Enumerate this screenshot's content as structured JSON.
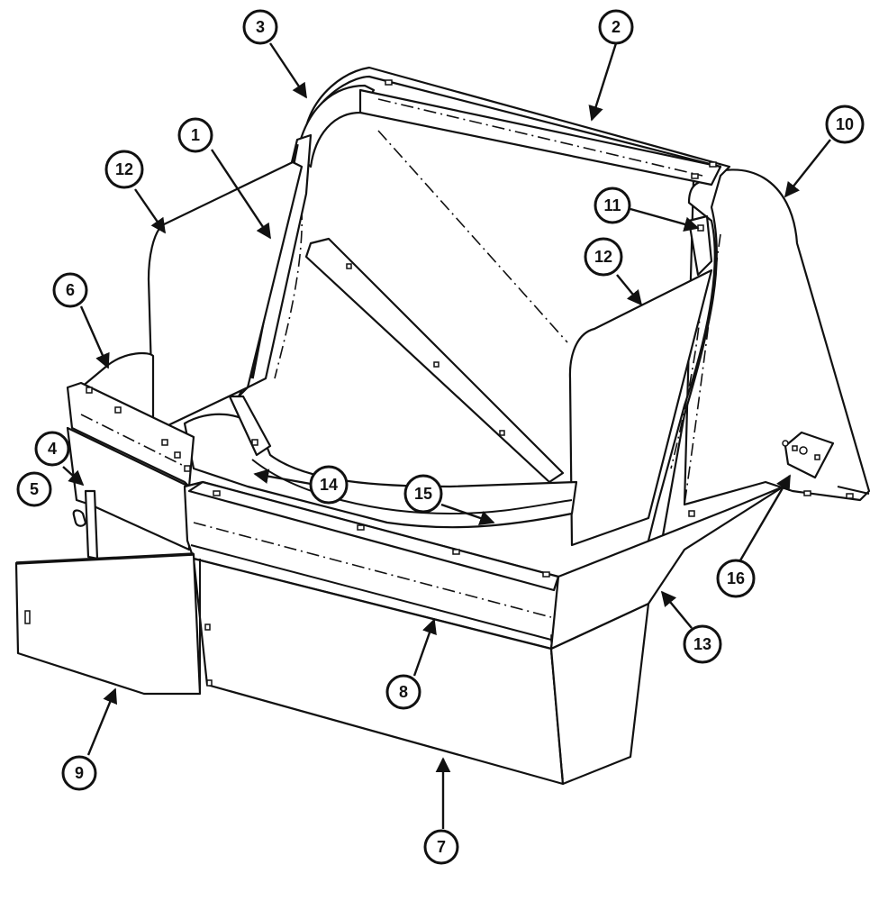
{
  "diagram": {
    "callouts": [
      {
        "id": "c1",
        "label": "1"
      },
      {
        "id": "c2",
        "label": "2"
      },
      {
        "id": "c3",
        "label": "3"
      },
      {
        "id": "c4",
        "label": "4"
      },
      {
        "id": "c5",
        "label": "5"
      },
      {
        "id": "c6",
        "label": "6"
      },
      {
        "id": "c7",
        "label": "7"
      },
      {
        "id": "c8",
        "label": "8"
      },
      {
        "id": "c9",
        "label": "9"
      },
      {
        "id": "c10",
        "label": "10"
      },
      {
        "id": "c11",
        "label": "11"
      },
      {
        "id": "c12a",
        "label": "12"
      },
      {
        "id": "c12b",
        "label": "12"
      },
      {
        "id": "c13",
        "label": "13"
      },
      {
        "id": "c14",
        "label": "14"
      },
      {
        "id": "c15",
        "label": "15"
      },
      {
        "id": "c16",
        "label": "16"
      }
    ]
  }
}
